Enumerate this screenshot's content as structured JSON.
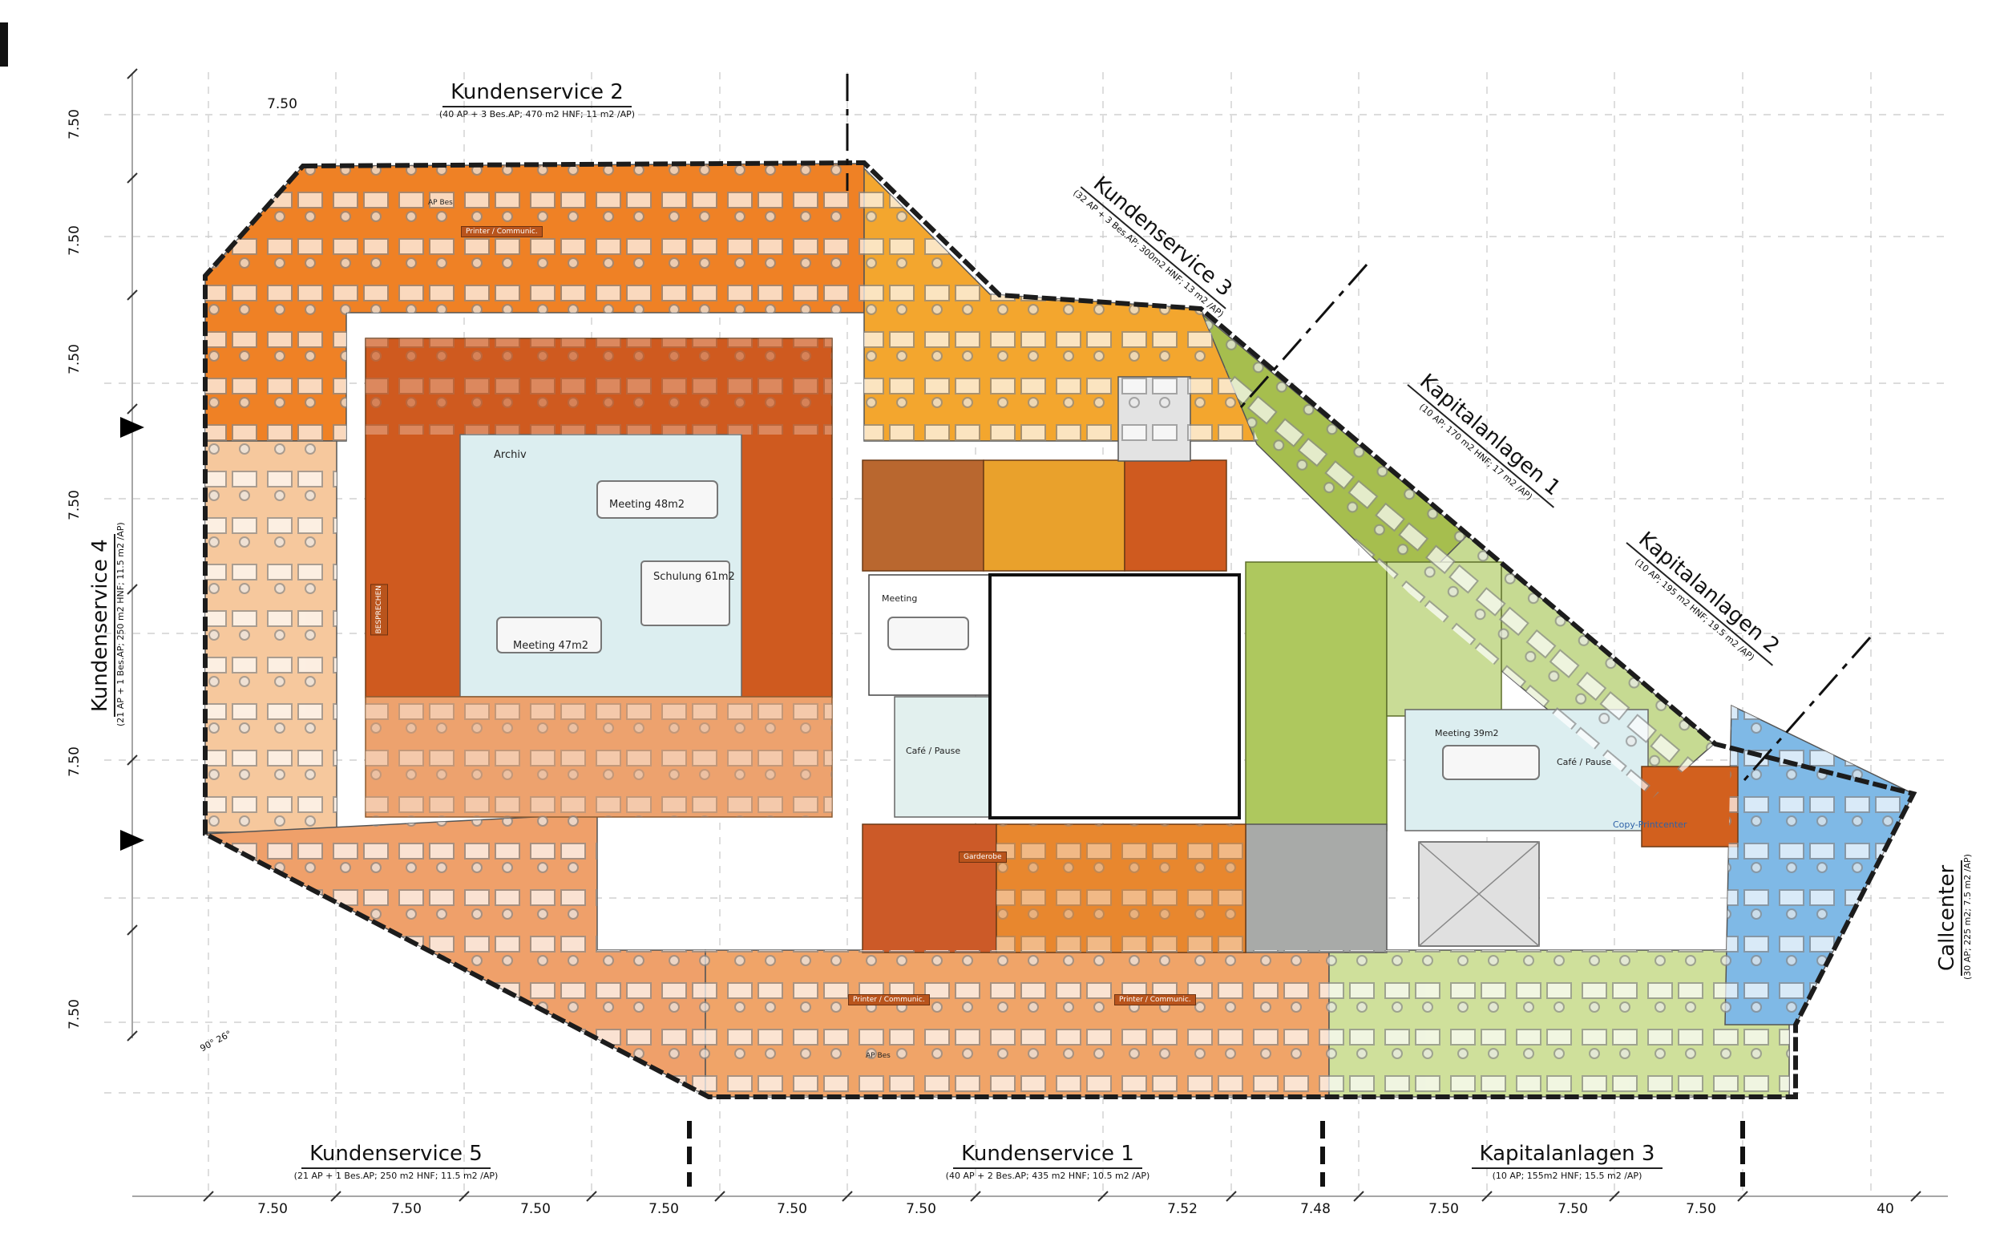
{
  "legend": {
    "angle_note": "90° 26°",
    "top_dim": "7.50"
  },
  "zones": {
    "ks2": {
      "label": "Kundenservice 2",
      "sub": "(40 AP + 3 Bes.AP; 470 m2 HNF; 11 m2 /AP)",
      "color": "#ef8125"
    },
    "ks3": {
      "label": "Kundenservice 3",
      "sub": "(32 AP + 3 Bes.AP; 300m2 HNF; 13 m2 /AP)",
      "color": "#f3a62e"
    },
    "kap1": {
      "label": "Kapitalanlagen 1",
      "sub": "(10 AP; 170 m2 HNF; 17 m2 /AP)",
      "color": "#a6be4e"
    },
    "kap2": {
      "label": "Kapitalanlagen 2",
      "sub": "(10 AP; 195 m2 HNF; 19.5 m2 /AP)",
      "color": "#c6da92"
    },
    "ks4": {
      "label": "Kundenservice 4",
      "sub": "(21 AP + 1 Bes.AP; 250 m2 HNF; 11.5 m2 /AP)",
      "color": "#f6c89d"
    },
    "callcenter": {
      "label": "Callcenter",
      "sub": "(30 AP; 225 m2; 7.5 m2 /AP)",
      "color": "#7fb9e6"
    },
    "ks5": {
      "label": "Kundenservice 5",
      "sub": "(21 AP + 1 Bes.AP; 250 m2 HNF; 11.5 m2 /AP)",
      "color": "#efa06a"
    },
    "ks1": {
      "label": "Kundenservice 1",
      "sub": "(40 AP + 2 Bes.AP; 435 m2 HNF; 10.5 m2 /AP)",
      "color": "#f0a468"
    },
    "kap3": {
      "label": "Kapitalanlagen 3",
      "sub": "(10 AP; 155m2 HNF; 15.5 m2 /AP)",
      "color": "#cfe09b"
    }
  },
  "rooms": {
    "archiv": "Archiv",
    "meeting48": "Meeting 48m2",
    "schulung": "Schulung 61m2",
    "meeting47": "Meeting 47m2",
    "meeting": "Meeting",
    "cafe_pause": "Café / Pause",
    "meeting39": "Meeting 39m2",
    "cafe_pause2": "Café / Pause",
    "copy_center": "Copy-Printcenter",
    "besprechen": "BESPRECHEN",
    "garderobe": "Garderobe",
    "printer": "Printer / Communic.",
    "ap_bes": "AP Bes"
  },
  "dimensions": {
    "bottom": [
      "7.50",
      "7.50",
      "7.50",
      "7.50",
      "7.50",
      "7.50",
      "7.52",
      "7.48",
      "7.50",
      "7.50",
      "7.50",
      "40"
    ],
    "left": [
      "7.50",
      "7.50",
      "7.50",
      "7.50",
      "7.50",
      "7.50"
    ]
  }
}
